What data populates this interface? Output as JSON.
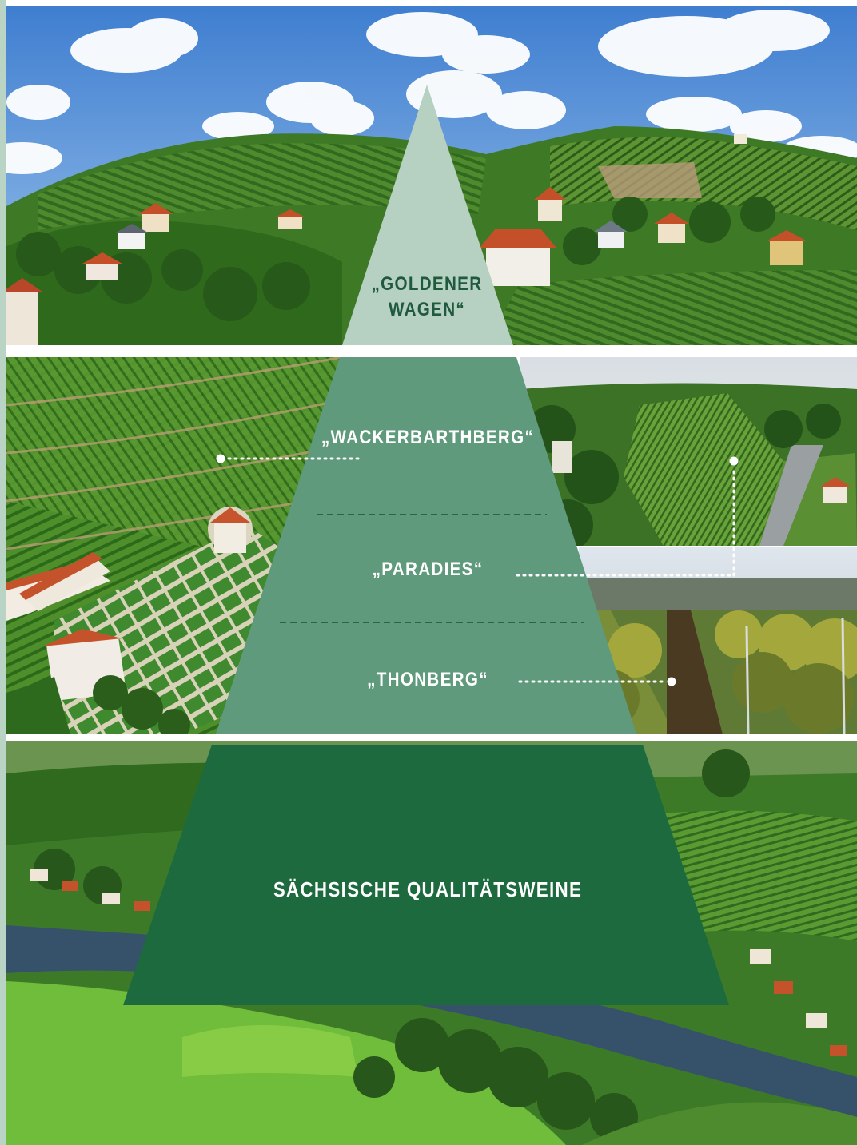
{
  "pyramid": {
    "tiers": [
      {
        "lines": [
          "„GOLDENER",
          "WAGEN“"
        ],
        "color": "#b6d0c1",
        "text_color": "#1f5a3c"
      },
      {
        "label": "„WACKERBARTHBERG“",
        "color": "#5f9a7c",
        "text_color": "#ffffff"
      },
      {
        "label": "„PARADIES“",
        "color": "#5f9a7c",
        "text_color": "#ffffff"
      },
      {
        "label": "„THONBERG“",
        "color": "#5f9a7c",
        "text_color": "#ffffff"
      },
      {
        "label": "SÄCHSISCHE QUALITÄTSWEINE",
        "color": "#1d6a3f",
        "text_color": "#ffffff"
      }
    ]
  },
  "photo_icons": [
    "vineyard-hill-village-photo",
    "terraced-vineyard-castle-aerial-photo",
    "vineyard-slope-photo",
    "vineyard-rows-closeup-photo",
    "elbe-river-valley-aerial-photo"
  ]
}
